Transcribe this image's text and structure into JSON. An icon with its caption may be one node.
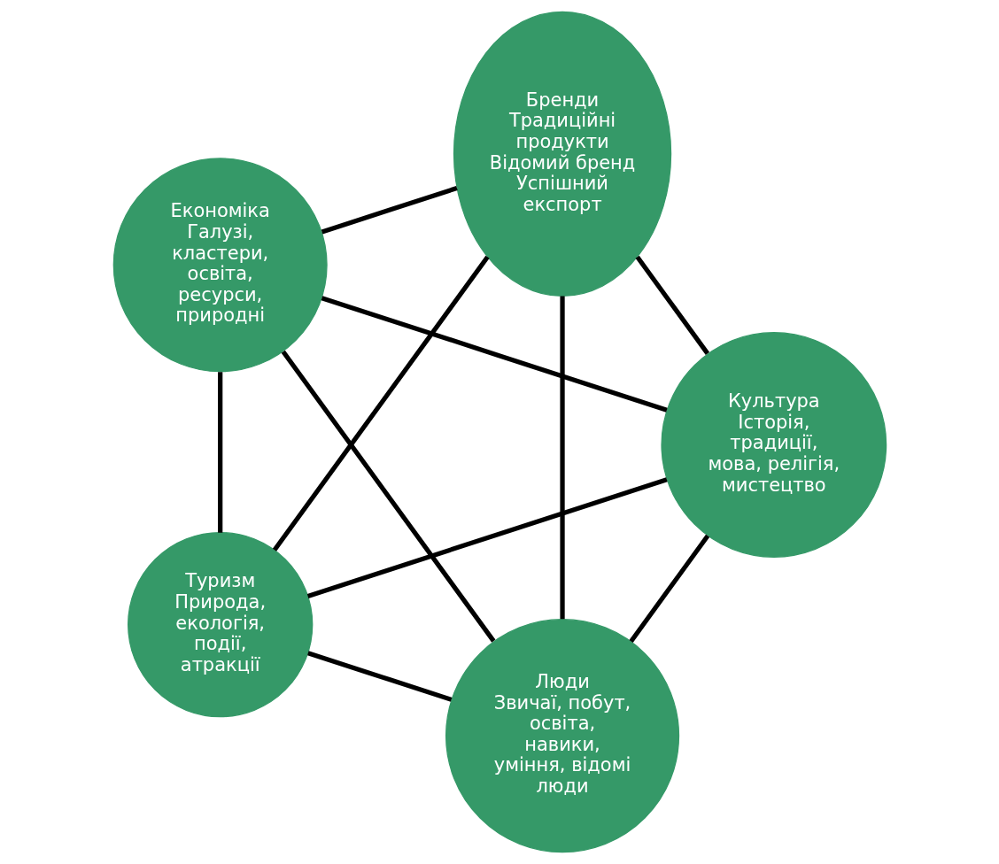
{
  "diagram": {
    "nodes": [
      {
        "text": [
          "Люди",
          "Звичаї, побут, освіта, навики, уміння, відомі люди"
        ]
      },
      {
        "text": [
          "Культура",
          "Історія, традиції, мова, релігія, мистецтво"
        ]
      },
      {
        "text": [
          "Економіка",
          "Галузі, кластери, освіта, ресурси, природні"
        ]
      },
      {
        "text": [
          "Бренди",
          "Традиційні продукти",
          "Відомий бренд",
          "Успішний експорт"
        ]
      },
      {
        "text": [
          "Туризм",
          "Природа, екологія, події, атракції"
        ]
      }
    ],
    "edges": [
      {
        "from": 0,
        "to": 1,
        "arrow": "none"
      },
      {
        "from": 0,
        "to": 2,
        "arrow": "none"
      },
      {
        "from": 0,
        "to": 3,
        "arrow": "none"
      },
      {
        "from": 0,
        "to": 4,
        "arrow": "none"
      },
      {
        "from": 1,
        "to": 2,
        "arrow": "none"
      },
      {
        "from": 1,
        "to": 3,
        "arrow": "none"
      },
      {
        "from": 1,
        "to": 4,
        "arrow": "none"
      },
      {
        "from": 2,
        "to": 3,
        "arrow": "none"
      },
      {
        "from": 2,
        "to": 4,
        "arrow": "none"
      },
      {
        "from": 3,
        "to": 4,
        "arrow": "none"
      }
    ]
  }
}
